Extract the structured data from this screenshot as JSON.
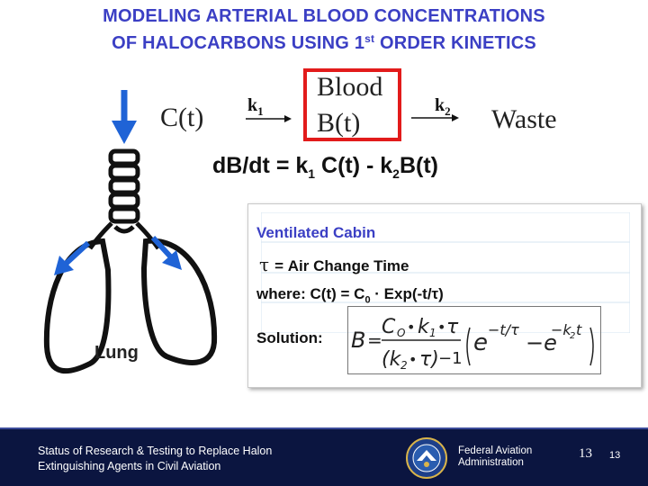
{
  "title": {
    "line1": "MODELING ARTERIAL BLOOD CONCENTRATIONS",
    "line2_pre": "OF HALOCARBONS USING 1",
    "line2_sup": "st",
    "line2_post": " ORDER KINETICS"
  },
  "diagram": {
    "ct_label": "C(t)",
    "k1_base": "k",
    "k1_sub": "1",
    "blood_line1": "Blood",
    "blood_line2": "B(t)",
    "k2_base": "k",
    "k2_sub": "2",
    "waste_label": "Waste",
    "lung_label": "Lung"
  },
  "equation": {
    "part1": "dB/dt = k",
    "sub1": "1",
    "part2": " C(t) - k",
    "sub2": "2",
    "part3": "B(t)"
  },
  "panel": {
    "heading": "Ventilated Cabin",
    "tau_symbol": "τ",
    "tau_text": "= Air Change Time",
    "where_pre": "where:  C(t) = C",
    "where_sub": "0",
    "where_post": " ·   Exp(-t/τ)",
    "solution_label": "Solution:"
  },
  "formula": {
    "lhs": "B",
    "equals": "=",
    "num_c": "C",
    "num_c_sub": "O",
    "num_k": "k",
    "num_k_sub": "1",
    "num_tau": "τ",
    "den_k": "(k",
    "den_k_sub": "2",
    "den_tau": "τ)",
    "den_minus_one": "−1",
    "exp1": "−t/τ",
    "exp2_pre": "−k",
    "exp2_sub": "2",
    "exp2_post": "t",
    "e1": "e",
    "minus_mid": "−e",
    "dot": "•"
  },
  "footer": {
    "line1": "Status of Research & Testing to Replace Halon",
    "line2": "Extinguishing Agents in Civil Aviation",
    "faa1": "Federal Aviation",
    "faa2": "Administration",
    "page_serif": "13",
    "page_sans": "13"
  },
  "colors": {
    "title_blue": "#3b3fc4",
    "arrow_blue": "#1f63d6",
    "box_red": "#e21b1b",
    "footer_navy": "#0b1540"
  }
}
